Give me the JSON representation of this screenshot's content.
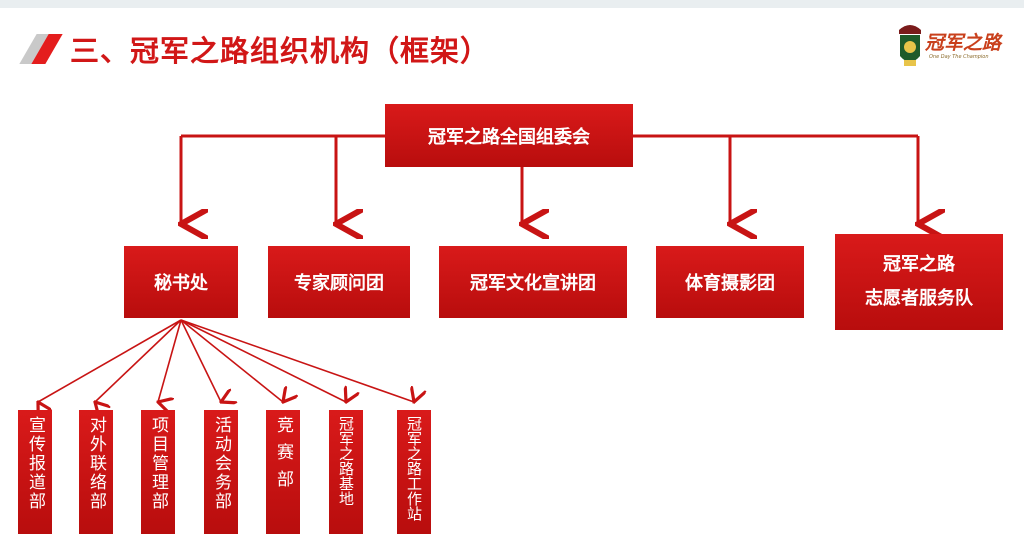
{
  "header": {
    "title": "三、冠军之路组织机构（框架）",
    "logo_text": "冠军之路",
    "logo_subtext": "One Day The Champion"
  },
  "org": {
    "root": "冠军之路全国组委会",
    "departments": [
      {
        "label": "秘书处"
      },
      {
        "label": "专家顾问团"
      },
      {
        "label": "冠军文化宣讲团"
      },
      {
        "label": "体育摄影团"
      },
      {
        "label": "冠军之路",
        "label2": "志愿者服务队"
      }
    ],
    "secretariat_units": [
      "宣传报道部",
      "对外联络部",
      "项目管理部",
      "活动会务部",
      "竞赛部",
      "冠军之路基地",
      "冠军之路工作站"
    ]
  },
  "colors": {
    "primary_red": "#d11717",
    "box_red": "#c81414",
    "line_red": "#c81414"
  }
}
